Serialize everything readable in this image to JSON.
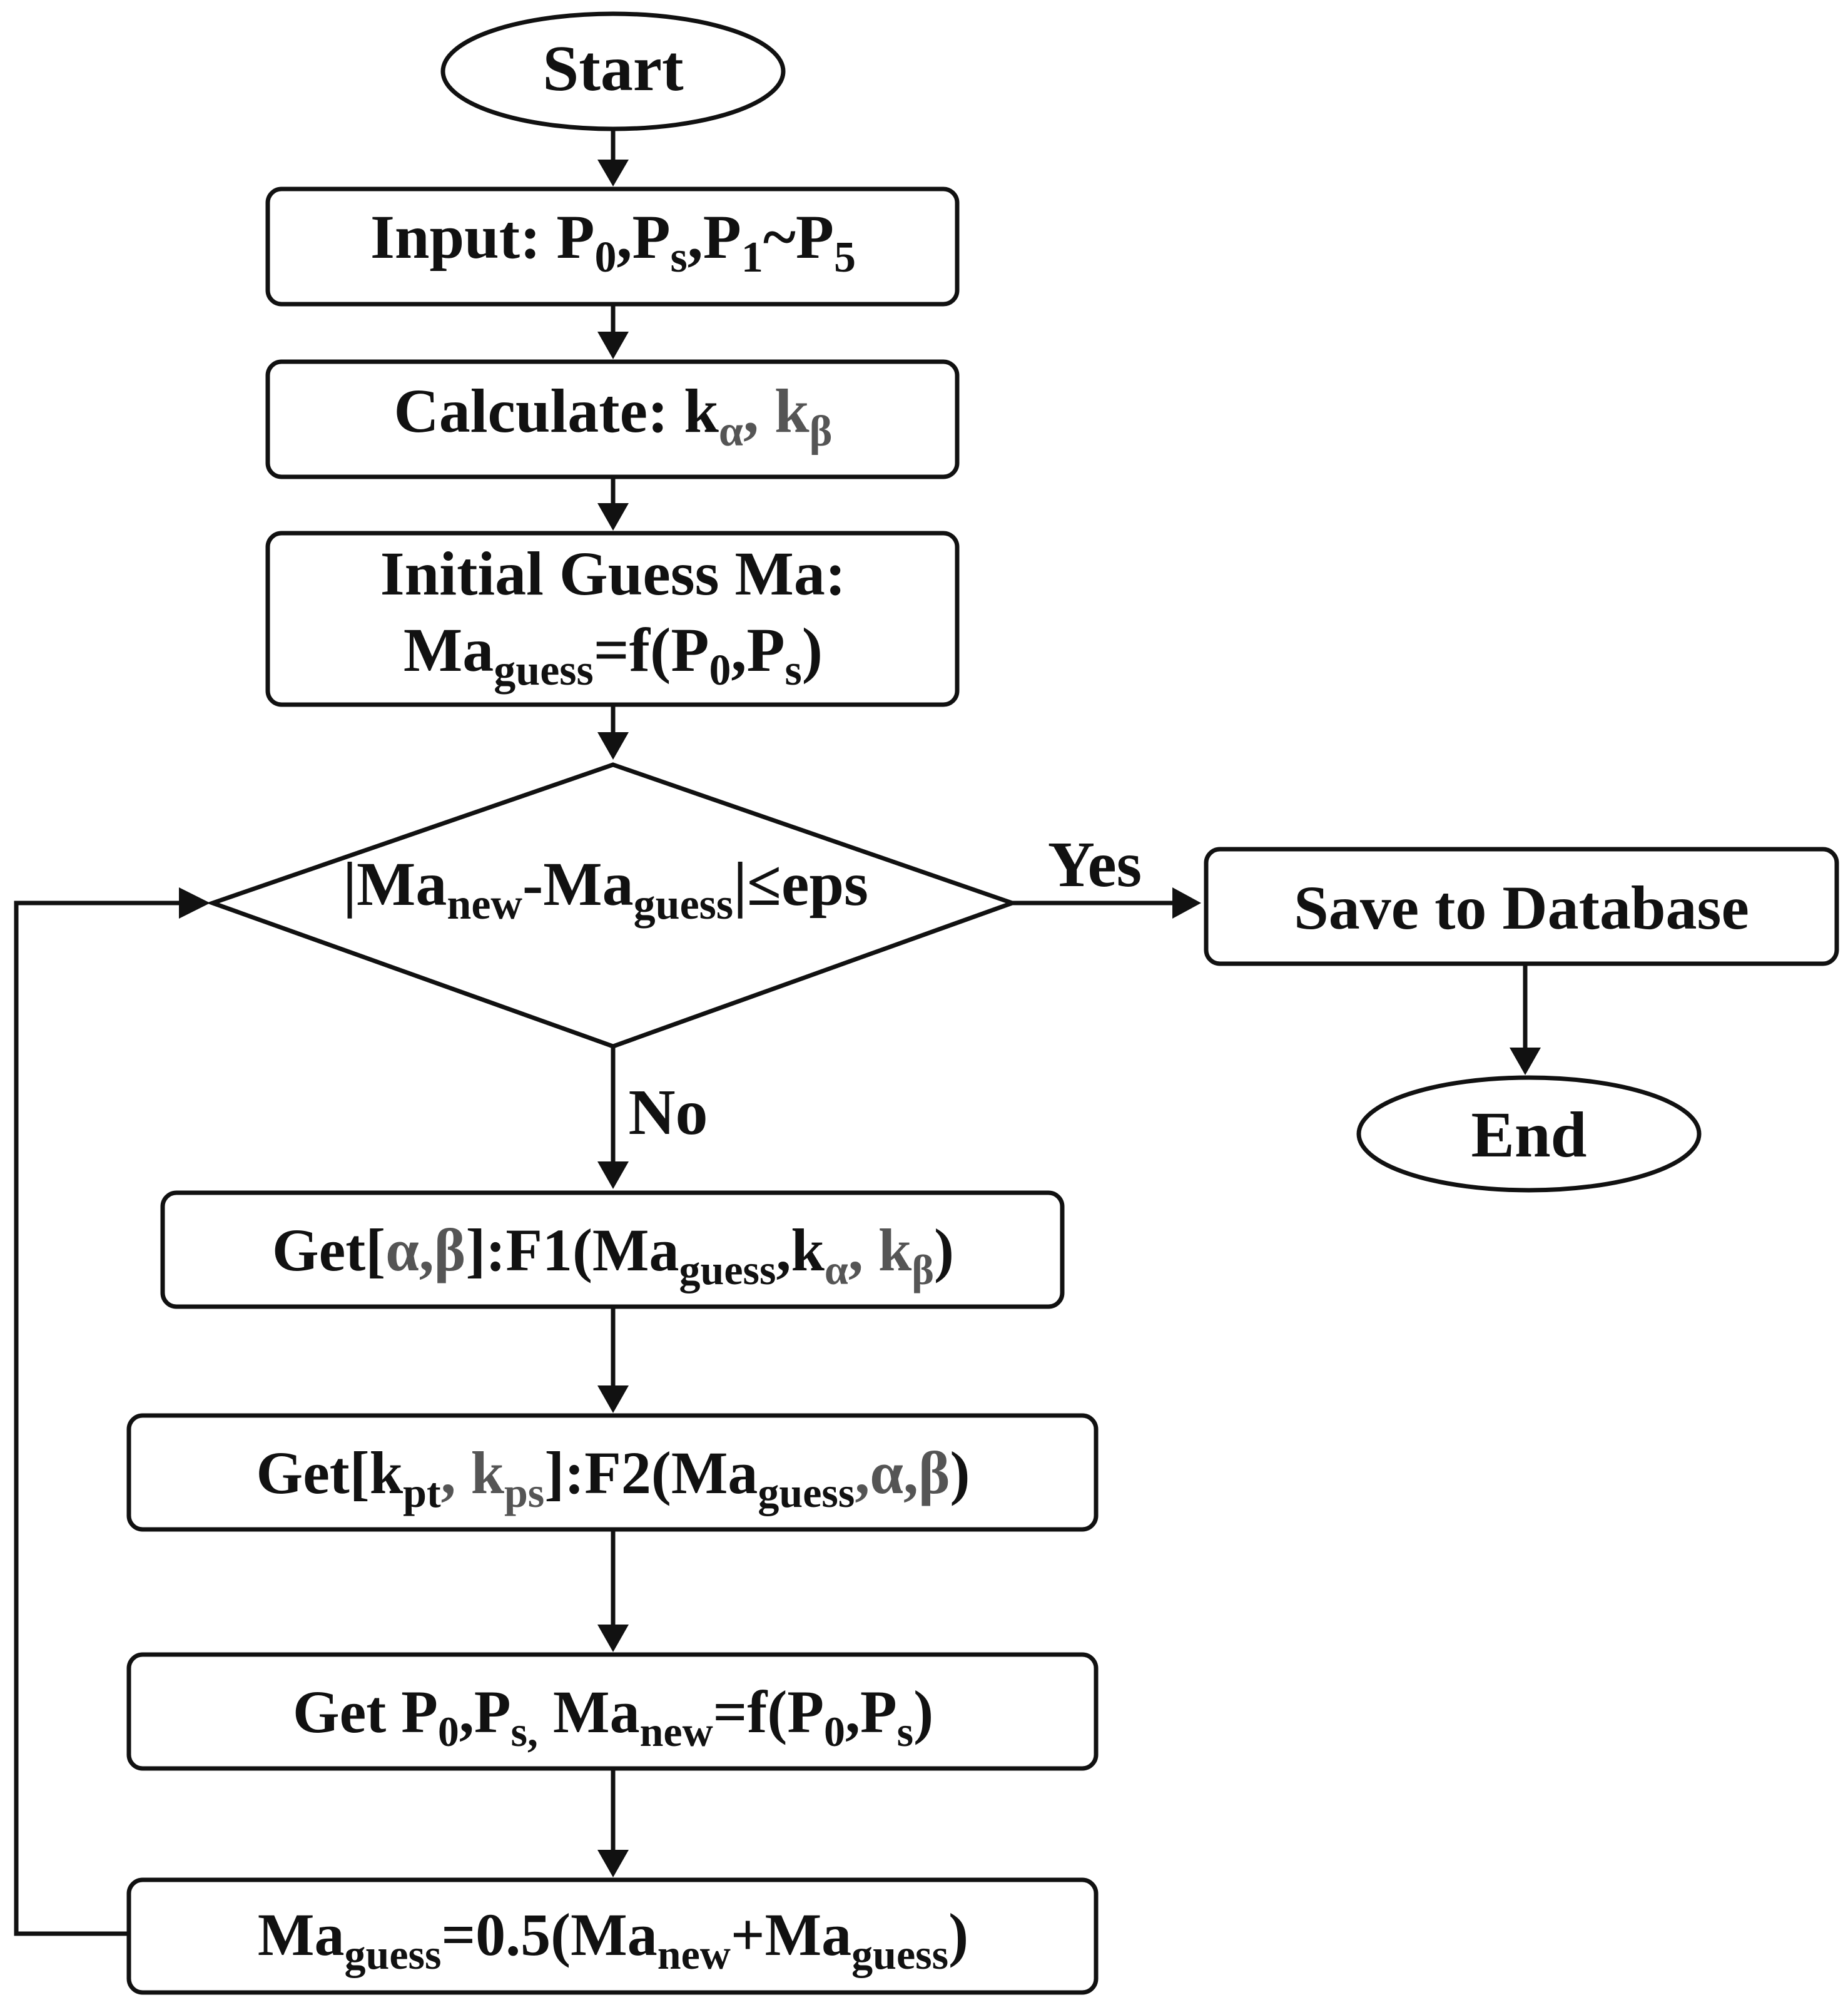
{
  "flowchart": {
    "start": "Start",
    "input": {
      "prefix": "Input: P",
      "p0_sub": "0",
      "mid1": ",P",
      "ps_sub": "s",
      "mid2": ",P",
      "p1_sub": "1",
      "mid3": "~P",
      "p5_sub": "5"
    },
    "calculate": {
      "prefix": "Calculate: k",
      "ka_sub": "α",
      "mid": ", k",
      "kb_sub": "β"
    },
    "initial_guess": {
      "line1": "Initial Guess Ma:",
      "ma": "Ma",
      "guess_sub": "guess",
      "eq": "=f(P",
      "p0_sub": "0",
      "comma": ",P",
      "ps_sub": "s",
      "close": ")"
    },
    "decision": {
      "open": "|Ma",
      "new_sub": "new",
      "minus": "-Ma",
      "guess_sub": "guess",
      "close": "|≤eps"
    },
    "yes_label": "Yes",
    "no_label": "No",
    "save": "Save to Database",
    "end": "End",
    "get_ab": {
      "prefix": "Get[",
      "alpha_beta": "α,β",
      "mid": "]:F1(Ma",
      "guess_sub": "guess",
      "k": ",k",
      "ka_sub": "α",
      "k2": ", k",
      "kb_sub": "β",
      "close": ")"
    },
    "get_k": {
      "prefix": "Get[k",
      "pt_sub": "pt",
      "mid": ", k",
      "ps_sub": "ps",
      "f2": "]:F2(Ma",
      "guess_sub": "guess",
      "ab": ",α,β",
      "close": ")"
    },
    "get_p": {
      "prefix": "Get P",
      "p0_sub": "0",
      "mid1": ",P",
      "ps_sub": "s,",
      "ma": " Ma",
      "new_sub": "new",
      "eq": "=f(P",
      "p0b_sub": "0",
      "mid2": ",P",
      "psb_sub": "s",
      "close": ")"
    },
    "update": {
      "ma": "Ma",
      "guess_sub": "guess",
      "eq": "=0.5(Ma",
      "new_sub": "new",
      "plus": "+Ma",
      "guess2_sub": "guess",
      "close": ")"
    }
  }
}
